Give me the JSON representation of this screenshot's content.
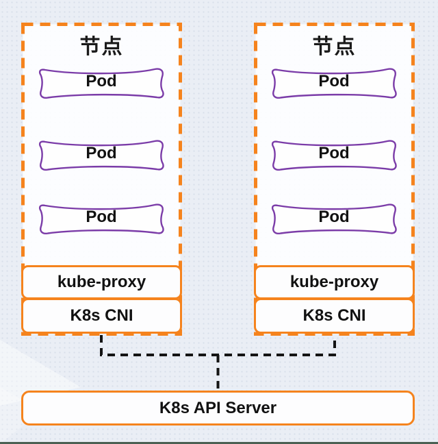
{
  "nodes": [
    {
      "title": "节点",
      "pods": [
        "Pod",
        "Pod",
        "Pod"
      ],
      "kube_proxy_label": "kube-proxy",
      "cni_label": "K8s CNI"
    },
    {
      "title": "节点",
      "pods": [
        "Pod",
        "Pod",
        "Pod"
      ],
      "kube_proxy_label": "kube-proxy",
      "cni_label": "K8s CNI"
    }
  ],
  "api_server_label": "K8s API Server",
  "colors": {
    "node_border_orange": "#F5831D",
    "pod_border_purple": "#7B3CA8",
    "connector_black": "#141414",
    "canvas_background": "#EAEEF5",
    "node_fill": "#FDFDFE",
    "footer_bar_green": "#4B6053",
    "text_black": "#111111"
  }
}
